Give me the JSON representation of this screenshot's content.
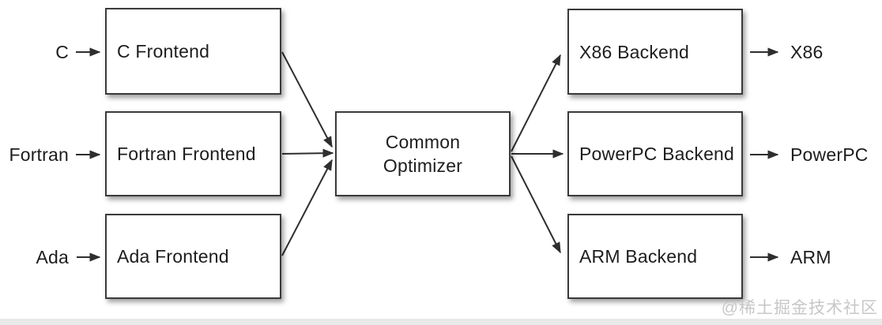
{
  "diagram": {
    "title_semantic": "compiler-three-phase-architecture",
    "inputs": [
      {
        "label": "C"
      },
      {
        "label": "Fortran"
      },
      {
        "label": "Ada"
      }
    ],
    "frontends": [
      {
        "label": "C Frontend"
      },
      {
        "label": "Fortran Frontend"
      },
      {
        "label": "Ada Frontend"
      }
    ],
    "optimizer": {
      "lines": [
        "Common",
        "Optimizer"
      ]
    },
    "backends": [
      {
        "label": "X86 Backend"
      },
      {
        "label": "PowerPC Backend"
      },
      {
        "label": "ARM Backend"
      }
    ],
    "outputs": [
      {
        "label": "X86"
      },
      {
        "label": "PowerPC"
      },
      {
        "label": "ARM"
      }
    ],
    "watermark": "@稀土掘金技术社区",
    "colors": {
      "line": "#2e2e2e",
      "box_border": "#3a3a3a",
      "box_fill": "#ffffff",
      "text": "#1d1d1d",
      "watermark": "#c7c7c7",
      "bottom_strip": "#e9e9e9"
    }
  }
}
